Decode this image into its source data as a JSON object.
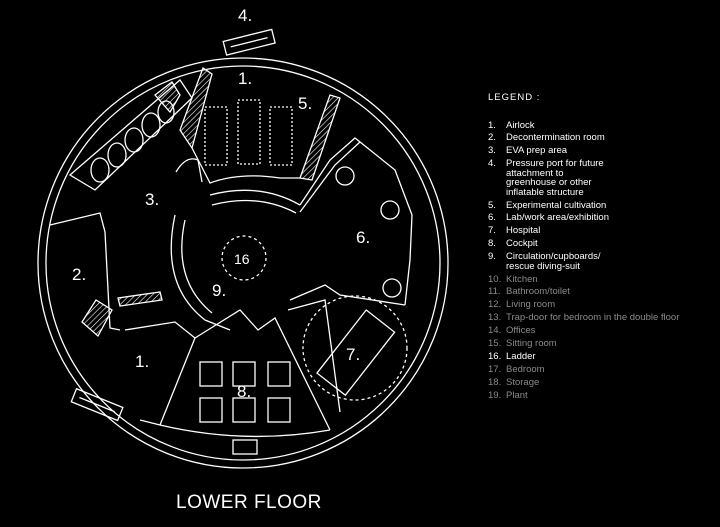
{
  "colors": {
    "background": "#000000",
    "line": "#ffffff",
    "dim": "#8a8a8a"
  },
  "plan": {
    "title": "LOWER FLOOR",
    "zones": [
      {
        "id": "z4",
        "text": "4."
      },
      {
        "id": "z1a",
        "text": "1."
      },
      {
        "id": "z5",
        "text": "5."
      },
      {
        "id": "z3",
        "text": "3."
      },
      {
        "id": "z6",
        "text": "6."
      },
      {
        "id": "z16",
        "text": "16"
      },
      {
        "id": "z2",
        "text": "2."
      },
      {
        "id": "z9",
        "text": "9."
      },
      {
        "id": "z7",
        "text": "7."
      },
      {
        "id": "z1b",
        "text": "1."
      },
      {
        "id": "z8",
        "text": "8."
      }
    ]
  },
  "legend": {
    "heading": "LEGEND :",
    "items": [
      {
        "num": "1.",
        "text": "Airlock",
        "dim": false
      },
      {
        "num": "2.",
        "text": "Decontermination room",
        "dim": false
      },
      {
        "num": "3.",
        "text": "EVA prep area",
        "dim": false
      },
      {
        "num": "4.",
        "text": "Pressure port for future\nattachment to\ngreenhouse or other\ninflatable structure",
        "dim": false
      },
      {
        "num": "5.",
        "text": "Experimental cultivation",
        "dim": false
      },
      {
        "num": "6.",
        "text": "Lab/work area/exhibition",
        "dim": false
      },
      {
        "num": "7.",
        "text": "Hospital",
        "dim": false
      },
      {
        "num": "8.",
        "text": "Cockpit",
        "dim": false
      },
      {
        "num": "9.",
        "text": "Circulation/cupboards/\nrescue diving-suit",
        "dim": false
      },
      {
        "num": "10.",
        "text": "Kitchen",
        "dim": true
      },
      {
        "num": "11.",
        "text": "Bathroom/toilet",
        "dim": true
      },
      {
        "num": "12.",
        "text": "Living room",
        "dim": true
      },
      {
        "num": "13.",
        "text": "Trap-door for bedroom in the double floor",
        "dim": true
      },
      {
        "num": "14.",
        "text": "Offices",
        "dim": true
      },
      {
        "num": "15.",
        "text": "Sitting room",
        "dim": true
      },
      {
        "num": "16.",
        "text": "Ladder",
        "dim": false
      },
      {
        "num": "17.",
        "text": "Bedroom",
        "dim": true
      },
      {
        "num": "18.",
        "text": "Storage",
        "dim": true
      },
      {
        "num": "19.",
        "text": "Plant",
        "dim": true
      }
    ]
  }
}
